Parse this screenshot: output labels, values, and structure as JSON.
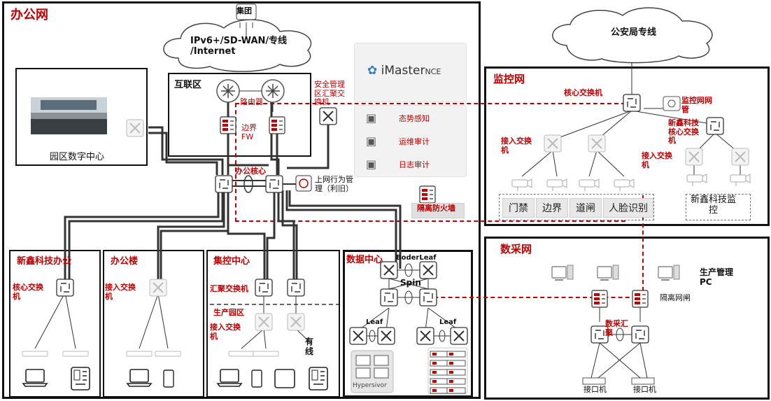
{
  "zones": {
    "office_network": "办公网",
    "internet_zone": "互联区",
    "campus_dc": "园区数字中心",
    "xinxin_office": "新鑫科技办公",
    "office_building": "办公楼",
    "central_control": "集控中心",
    "data_center": "数据中心",
    "monitor_network": "监控网",
    "data_collection": "数采网",
    "production_park": "生产园区"
  },
  "clouds": {
    "group": "集团",
    "wan": "IPv6+/SD-WAN/专线\n/Internet",
    "police": "公安局专线"
  },
  "brand": {
    "name": "iMaster",
    "suffix": "NCE"
  },
  "mgmt_items": [
    "态势感知",
    "运维审计",
    "日志审计"
  ],
  "labels": {
    "router": "路由器",
    "border_fw": "边界\nFW",
    "security_switch": "安全管理\n区汇聚交\n换机",
    "office_core": "办公核心",
    "behavior_mgmt": "上网行为管\n理（利旧）",
    "isolation_fw": "隔离防火墙",
    "core_switch_mon": "核心交换机",
    "mon_mgmt": "监控网网\n管",
    "access_switch_mon": "接入交换\n机",
    "xinxin_core": "新鑫科技\n核心交换\n机",
    "access_switch_mon2": "接入交换\n机",
    "core_switch_office": "核心交换\n机",
    "access_switch_bldg": "接入交换\n机",
    "agg_switch": "汇聚交换机",
    "access_switch_prod": "接入交换\n机",
    "wired": "有\n线",
    "border_leaf": "BoderLeaf",
    "spin": "Spin",
    "leaf1": "Leaf",
    "leaf2": "Leaf",
    "hypervisor": "Hypersivor",
    "prod_mgmt_pc": "生产管理\nPC",
    "isolation_gateway": "隔离网闸",
    "data_agg": "数采汇\n聚",
    "interface1": "接口机",
    "interface2": "接口机"
  },
  "mon_categories": [
    "门禁",
    "边界",
    "道闸",
    "人脸识别"
  ],
  "xinxin_monitor": "新鑫科技监\n控",
  "colors": {
    "accent": "#c00000",
    "line": "#111111",
    "device": "#9e9e9e"
  }
}
